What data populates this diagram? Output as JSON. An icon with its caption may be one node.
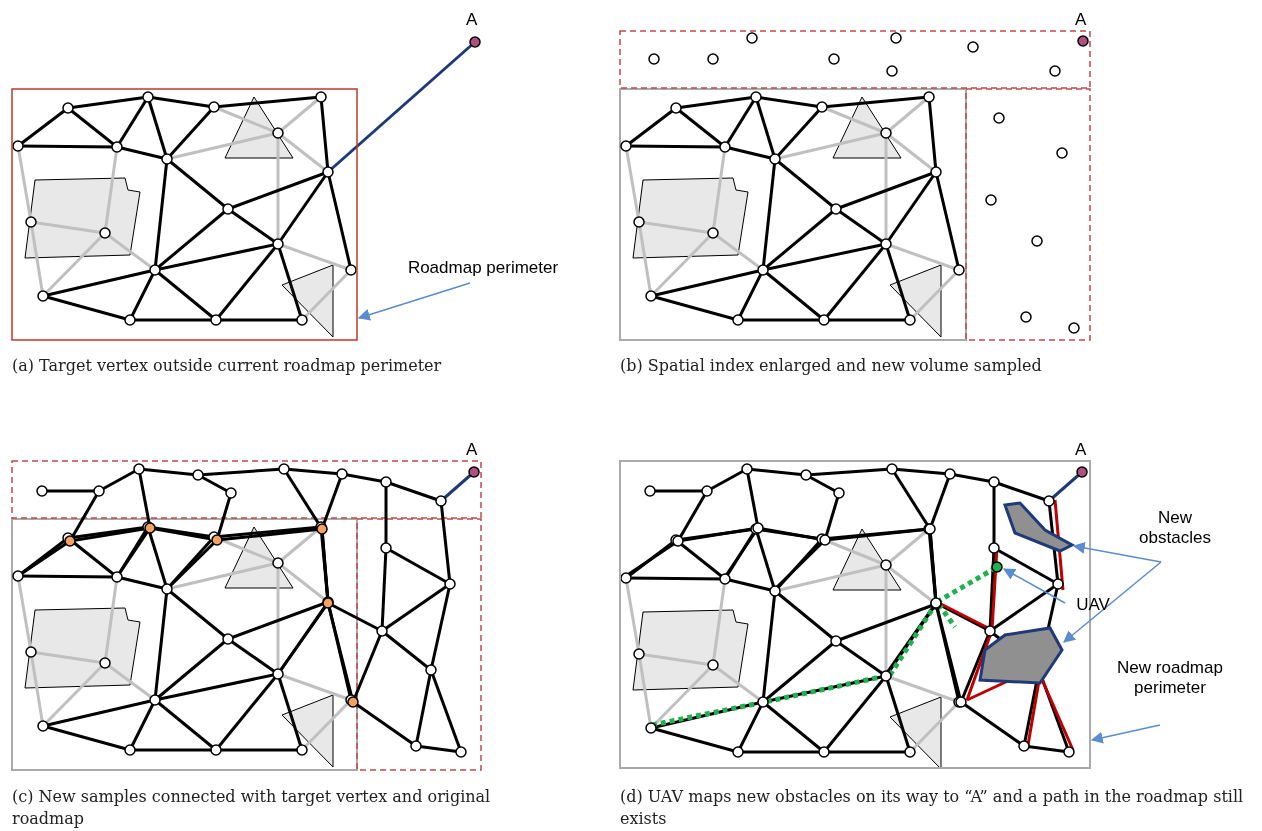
{
  "diagram": {
    "nodes": [
      {
        "text": [
          "Roadmap perimeter"
        ]
      },
      {
        "text": [],
        "shape": "box"
      },
      {
        "text": [
          "New obstacles"
        ]
      },
      {
        "text": [],
        "shape": "polygon",
        "in": 8
      },
      {
        "text": [],
        "shape": "polygon",
        "in": 8
      },
      {
        "text": [
          "UAV"
        ]
      },
      {
        "text": [],
        "shape": "circle",
        "in": 8
      },
      {
        "text": [
          "New roadmap perimeter"
        ]
      },
      {
        "text": [],
        "shape": "box"
      }
    ],
    "edges": [
      {
        "from": 0,
        "to": 1,
        "arrow": "to"
      },
      {
        "from": 2,
        "to": 3,
        "arrow": "to"
      },
      {
        "from": 2,
        "to": 4,
        "arrow": "to"
      },
      {
        "from": 5,
        "to": 6,
        "arrow": "to"
      },
      {
        "from": 7,
        "to": 8,
        "arrow": "to"
      }
    ],
    "labels": [
      "A",
      "A",
      "A",
      "A",
      "(a) Target vertex outside current roadmap perimeter",
      "(b) Spatial index enlarged and new volume sampled",
      "(c) New samples connected with target vertex and original roadmap",
      "(d) UAV maps new obstacles on its way to “A” and a path in the roadmap still exists"
    ]
  }
}
